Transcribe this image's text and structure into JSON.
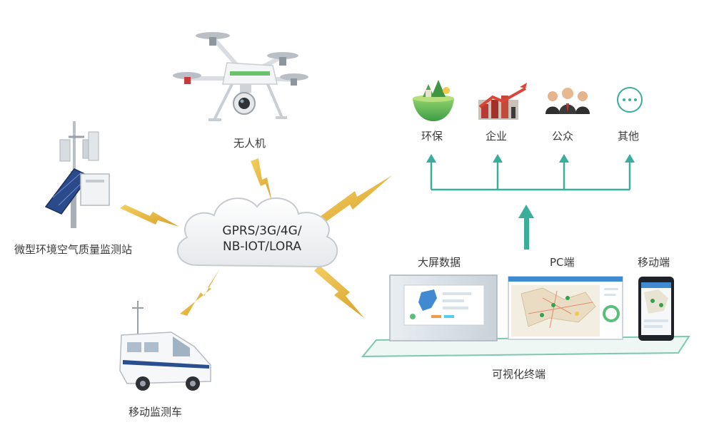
{
  "network": {
    "line1": "GPRS/3G/4G/",
    "line2": "NB-IOT/LORA"
  },
  "devices": {
    "drone": "无人机",
    "station": "微型环境空气质量监测站",
    "vehicle": "移动监测车"
  },
  "terminals": {
    "title": "可视化终端",
    "big_screen": "大屏数据",
    "pc": "PC端",
    "mobile": "移动端"
  },
  "users": [
    {
      "label": "环保",
      "icon": "globe-leaf-icon"
    },
    {
      "label": "企业",
      "icon": "growth-chart-icon"
    },
    {
      "label": "公众",
      "icon": "people-group-icon"
    },
    {
      "label": "其他",
      "icon": "ellipsis-icon"
    }
  ],
  "colors": {
    "lightning": "#e8b63a",
    "accent": "#3aae9b",
    "platform": "#7cc8b2",
    "icon_green": "#5bbf7c"
  }
}
